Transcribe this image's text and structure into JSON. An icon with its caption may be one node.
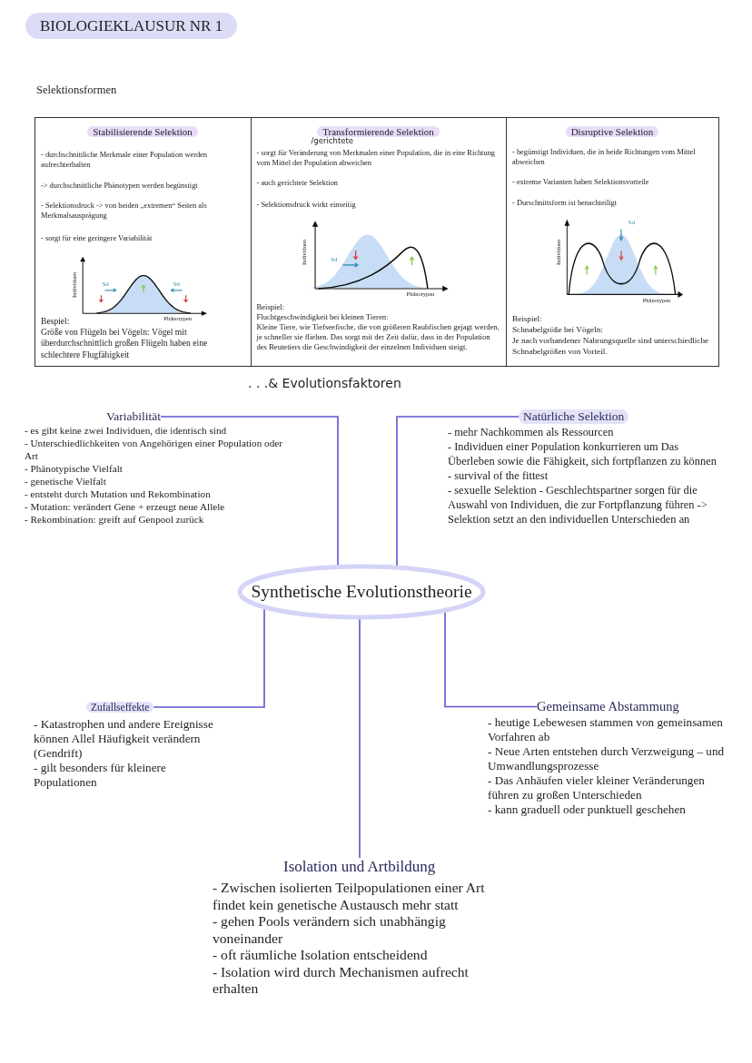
{
  "diagram": {
    "title": "BIOLOGIEKLAUSUR NR 1",
    "nodes": [
      {
        "text": [
          "Stabilisierende Selektion",
          "- durchschnittliche Merkmale einer Population werden aufrechterhalten",
          "-> durchschnittliche Phänotypen werden begünstigt",
          "- Selektionsdruck -> von beiden „extremen“ Seiten als Merkmalsausprägung",
          "- sorgt für eine geringere Variabilität",
          "Bespiel:",
          "Größe von Flügeln bei Vögeln: Vögel mit überdurchschnittlich großen Flügeln haben eine schlechtere Flugfähigkeit"
        ]
      },
      {
        "text": [
          "Transformierende Selektion",
          "/gerichtete",
          "- sorgt für Veränderung von Merkmalen einer Population, die in eine Richtung vom Mittel der Population abweichen",
          "- auch gerichtete Selektion",
          "- Selektionsdruck wirkt einseitig",
          "Beispiel:",
          "Fluchtgeschwindigkeit bei kleinen Tieren:",
          "Kleine Tiere, wie Tiefseefische, die von größeren Raubfischen gejagt werden, je schneller sie fliehen. Das sorgt mit der Zeit dafür, dass in der Population des Beutetiers die Geschwindigkeit der einzelnen Individuen steigt."
        ]
      },
      {
        "text": [
          "Disruptive Selektion",
          "- begünstigt Individuen, die in beide Richtungen vom Mittel abweichen",
          "- extreme Varianten haben Selektionsvorteile",
          "- Durschnittsform ist benachteiligt",
          "Beispiel:",
          "Schnabelgröße bei Vögeln:",
          "Je nach vorhandener Nahrungsquelle sind unterschiedliche Schnabelgrößen von Vorteil."
        ]
      },
      {
        "text": [
          "Variabilität",
          "- es gibt keine zwei Individuen, die identisch sind",
          "- Unterschiedlichkeiten von Angehörigen einer Population oder Art",
          "- Phänotypische Vielfalt",
          "- genetische Vielfalt",
          "- entsteht durch Mutation und Rekombination",
          "- Mutation: verändert Gene + erzeugt neue Allele",
          "- Rekombination: greift auf Genpool zurück"
        ]
      },
      {
        "text": [
          "Natürliche Selektion",
          "- mehr Nachkommen als Ressourcen",
          "- Individuen einer Population konkurrieren um Das Überleben sowie die Fähigkeit, sich fortpflanzen zu können",
          "- survival of the fittest",
          "- sexuelle Selektion - Geschlechtspartner sorgen für die Auswahl von Individuen, die zur Fortpflanzung führen -> Selektion setzt an den individuellen Unterschieden an"
        ]
      },
      {
        "text": [
          "Synthetische Evolutionstheorie"
        ]
      },
      {
        "text": [
          "Zufallseffekte",
          "- Katastrophen und andere Ereignisse können Allel Häufigkeit verändern (Gendrift)",
          "- gilt besonders für kleinere Populationen"
        ]
      },
      {
        "text": [
          "Gemeinsame Abstammung",
          "- heutige Lebewesen stammen von gemeinsamen Vorfahren ab",
          "- Neue Arten entstehen durch Verzweigung – und Umwandlungsprozesse",
          "- Das Anhäufen vieler kleiner Veränderungen führen zu großen Unterschieden",
          "- kann graduell oder punktuell geschehen"
        ]
      },
      {
        "text": [
          "Isolation und Artbildung",
          "- Zwischen isolierten Teilpopulationen einer Art findet kein genetische Austausch mehr statt",
          "- gehen Pools verändern sich unabhängig voneinander",
          "- oft räumliche Isolation entscheidend",
          "- Isolation wird durch Mechanismen aufrecht erhalten"
        ]
      }
    ],
    "edges": [
      {
        "from": 5,
        "to": 3,
        "arrow": "none"
      },
      {
        "from": 5,
        "to": 4,
        "arrow": "none"
      },
      {
        "from": 5,
        "to": 6,
        "arrow": "none"
      },
      {
        "from": 5,
        "to": 7,
        "arrow": "none"
      },
      {
        "from": 5,
        "to": 8,
        "arrow": "none"
      }
    ],
    "labels": [
      "Selektionsformen",
      "Individuen",
      "Sd",
      "Sd",
      "Phänotypen",
      "Individuen",
      "Sd",
      "Phänotypen",
      "Individuen",
      "Sd",
      "Phänotypen",
      ". . .& Evolutionsfaktoren"
    ]
  }
}
